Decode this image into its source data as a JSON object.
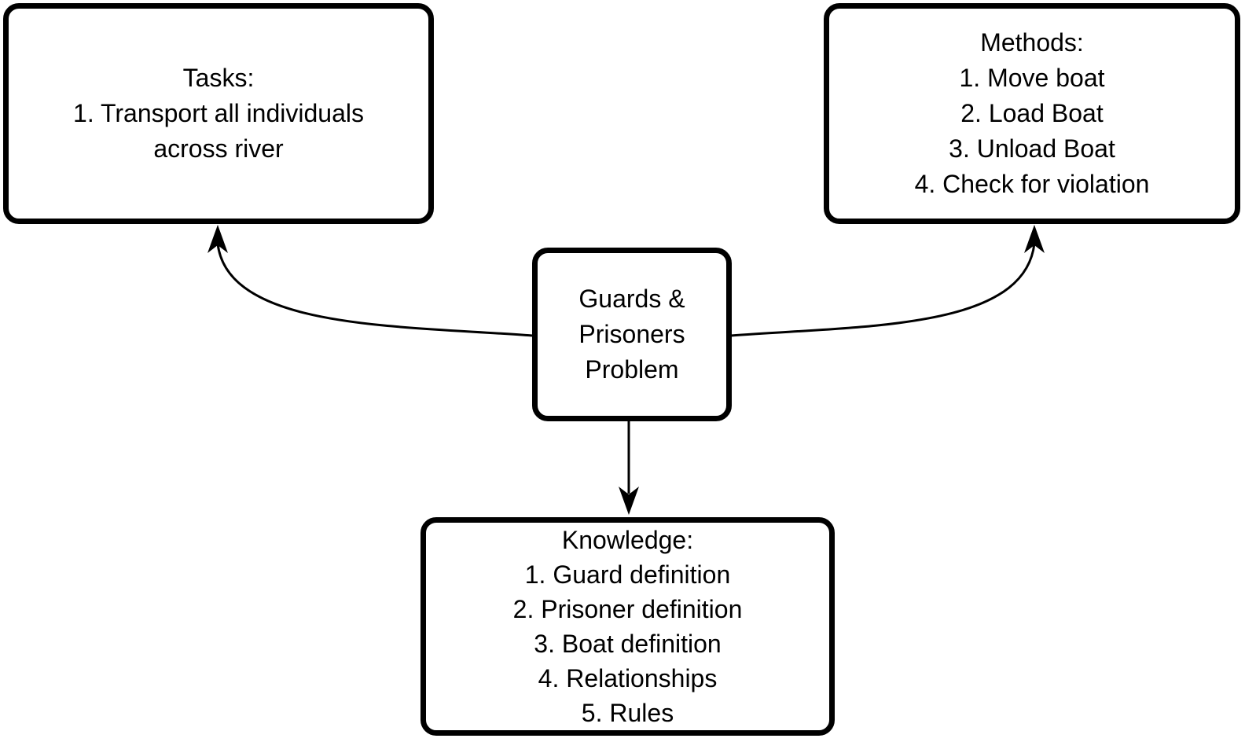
{
  "diagram": {
    "colors": {
      "background": "#ffffff",
      "node_fill": "#ffffff",
      "stroke": "#000000",
      "text": "#000000"
    },
    "nodes": [
      {
        "id": "tasks",
        "lines": [
          "Tasks:",
          "1. Transport all individuals",
          "across river"
        ]
      },
      {
        "id": "methods",
        "lines": [
          "Methods:",
          "1. Move boat",
          "2. Load Boat",
          "3. Unload Boat",
          "4. Check for violation"
        ]
      },
      {
        "id": "problem",
        "lines": [
          "Guards &",
          "Prisoners",
          "Problem"
        ]
      },
      {
        "id": "knowledge",
        "lines": [
          "Knowledge:",
          "1. Guard definition",
          "2. Prisoner definition",
          "3. Boat definition",
          "4. Relationships",
          "5. Rules"
        ]
      }
    ],
    "edges": [
      {
        "from": "problem",
        "to": "tasks",
        "shape": "curved",
        "arrowhead": "filled-triangle"
      },
      {
        "from": "problem",
        "to": "methods",
        "shape": "curved",
        "arrowhead": "filled-triangle"
      },
      {
        "from": "problem",
        "to": "knowledge",
        "shape": "straight",
        "arrowhead": "filled-triangle"
      }
    ]
  }
}
